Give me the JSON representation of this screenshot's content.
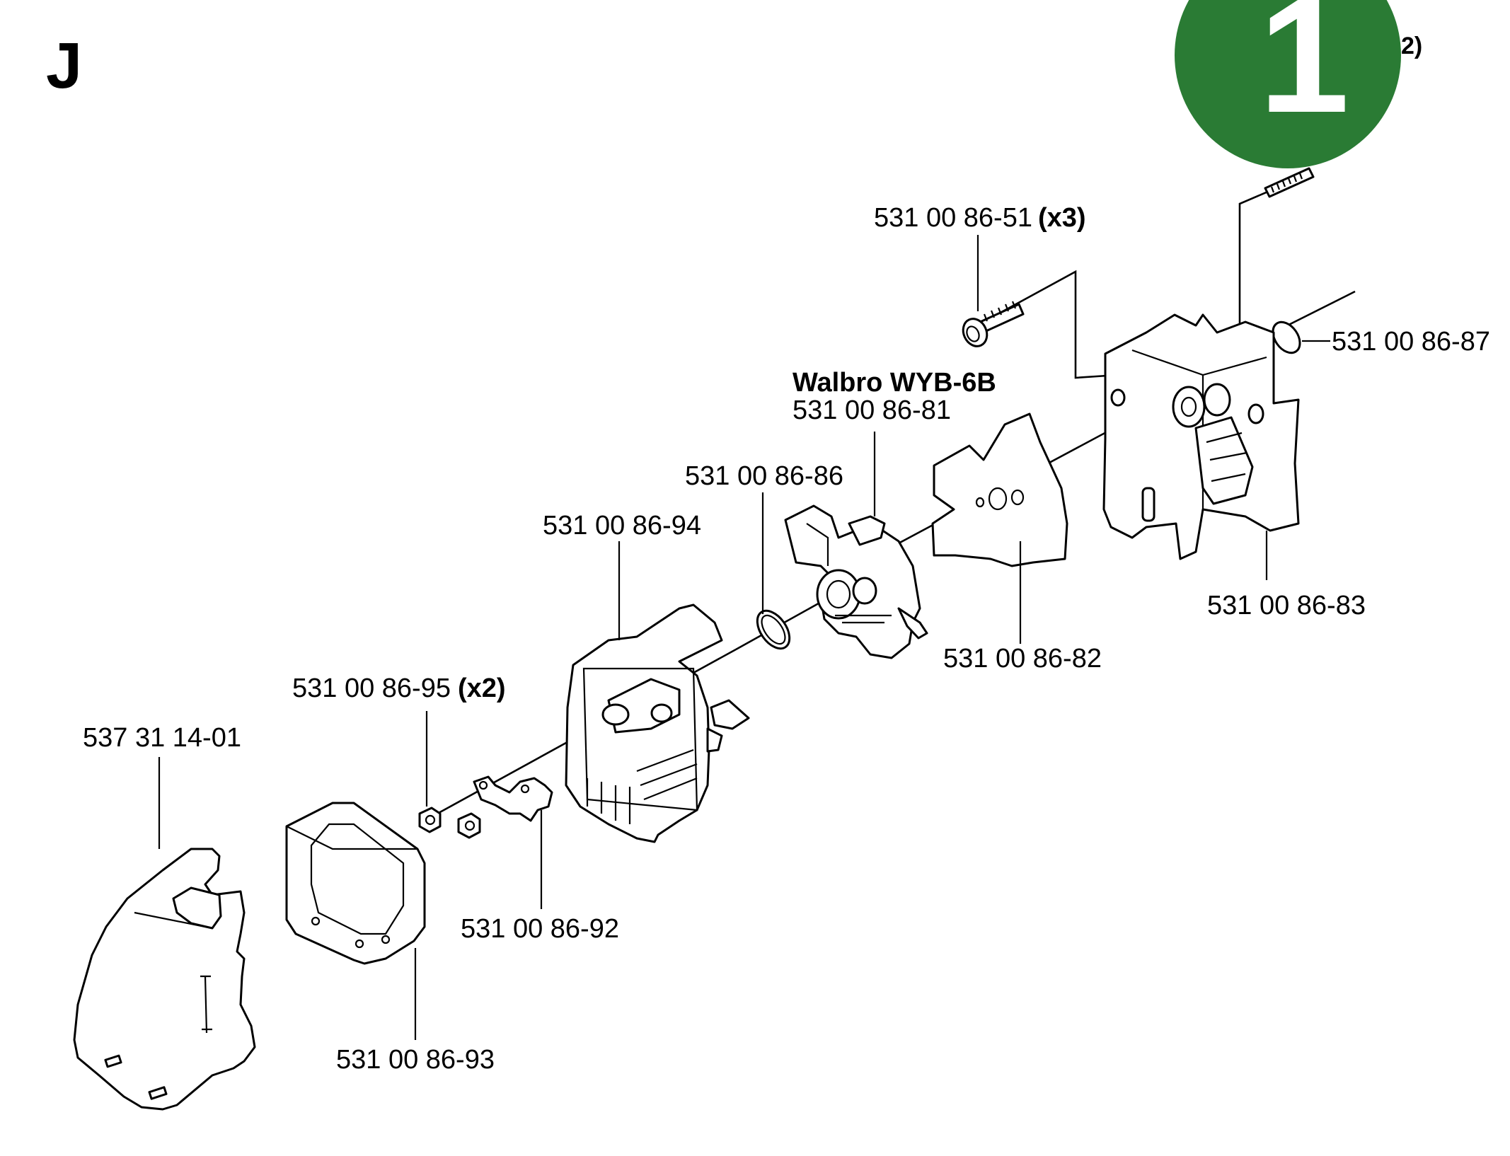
{
  "section_letter": "J",
  "badge": {
    "number": "1",
    "suffix_text": "2)",
    "color": "#2a7b34"
  },
  "labels": {
    "screw": "531 00 86-51",
    "screw_qty": "(x3)",
    "oring_top": "531 00 86-87",
    "carb_name": "Walbro WYB-6B",
    "carb": "531 00 86-81",
    "oring_mid": "531 00 86-86",
    "housing": "531 00 86-94",
    "manifold": "531 00 86-83",
    "gasket": "531 00 86-82",
    "nut": "531 00 86-95",
    "nut_qty": "(x2)",
    "cover": "537 31 14-01",
    "bracket": "531 00 86-92",
    "filter": "531 00 86-93"
  }
}
